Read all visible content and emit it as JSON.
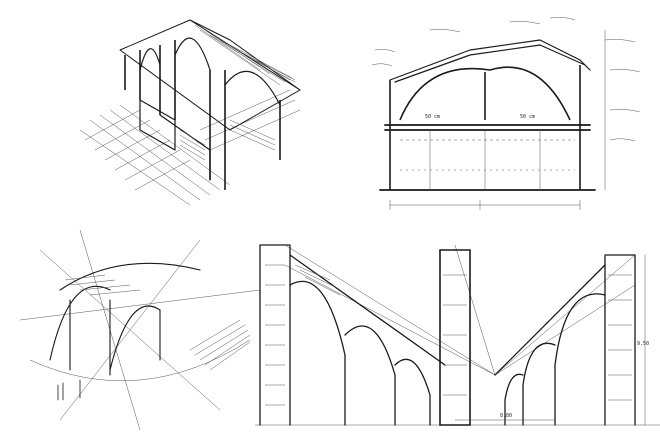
{
  "title": "",
  "section_sketch": {
    "dimension_labels": [
      "50 cm",
      "50 cm"
    ]
  },
  "perspective_sketch": {
    "dimension_labels": [
      "8.80",
      "9.50"
    ]
  }
}
